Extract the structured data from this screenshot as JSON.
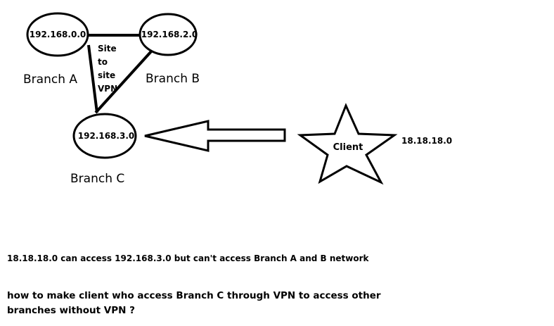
{
  "nodes": {
    "a_ip": "192.168.0.0",
    "b_ip": "192.168.2.0",
    "c_ip": "192.168.3.0",
    "a_label": "Branch A",
    "b_label": "Branch B",
    "c_label": "Branch C"
  },
  "vpn_label": [
    "Site",
    "to",
    "site",
    "VPN"
  ],
  "client": {
    "label": "Client",
    "ip": "18.18.18.0"
  },
  "note": "18.18.18.0 can access 192.168.3.0 but can't access Branch A and B network",
  "question": [
    "how to make client who access Branch C through VPN to access other",
    "branches without VPN ?"
  ]
}
